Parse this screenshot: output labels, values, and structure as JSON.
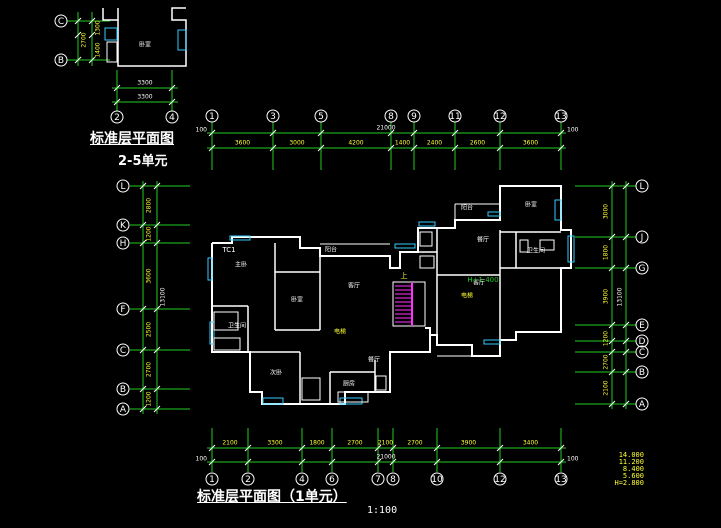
{
  "titles": {
    "main": "标准层平面图（1单元）",
    "scale": "1:100",
    "inset": "标准层平面图",
    "inset_sub": "2-5单元"
  },
  "grid_axes": {
    "top": [
      "1",
      "3",
      "5",
      "8",
      "9",
      "11",
      "12",
      "13"
    ],
    "bottom": [
      "1",
      "2",
      "4",
      "6",
      "7",
      "8",
      "10",
      "12",
      "13"
    ],
    "left": [
      "L",
      "K",
      "H",
      "F",
      "C",
      "B",
      "A"
    ],
    "right": [
      "L",
      "J",
      "G",
      "E",
      "D",
      "C",
      "B",
      "A"
    ],
    "inset_left": [
      "C",
      "B"
    ],
    "inset_bottom": [
      "2",
      "4"
    ]
  },
  "dimensions": {
    "top_total": "21000",
    "top_segments": [
      "3600",
      "3000",
      "4200",
      "1400",
      "2400",
      "2600",
      "3600"
    ],
    "bottom_total": "21000",
    "bottom_segments": [
      "2100",
      "3300",
      "1800",
      "2700",
      "2100",
      "2700",
      "3900",
      "3400"
    ],
    "left_total": "13100",
    "left_segments": [
      "2800",
      "1200",
      "3600",
      "2500",
      "2700",
      "1200"
    ],
    "right_total": "13100",
    "right_segments": [
      "3000",
      "1800",
      "3900",
      "1200",
      "2700",
      "2100"
    ],
    "inset_vertical": [
      "2700",
      "1300",
      "1400"
    ],
    "inset_horizontal": [
      "3300",
      "3300"
    ],
    "end_marks": "100"
  },
  "rooms": [
    "主卧",
    "卧室",
    "客厅",
    "餐厅",
    "厨房",
    "卫生间",
    "阳台",
    "次卧",
    "客厅",
    "餐厅",
    "阳台",
    "卧室",
    "卫生间",
    "TC1"
  ],
  "labels": {
    "elevator": "电梯",
    "stair_up": "上",
    "level_mark": "H+1.400"
  },
  "elevations": [
    "14.000",
    "11.200",
    "8.400",
    "5.600",
    "H=2.800"
  ]
}
